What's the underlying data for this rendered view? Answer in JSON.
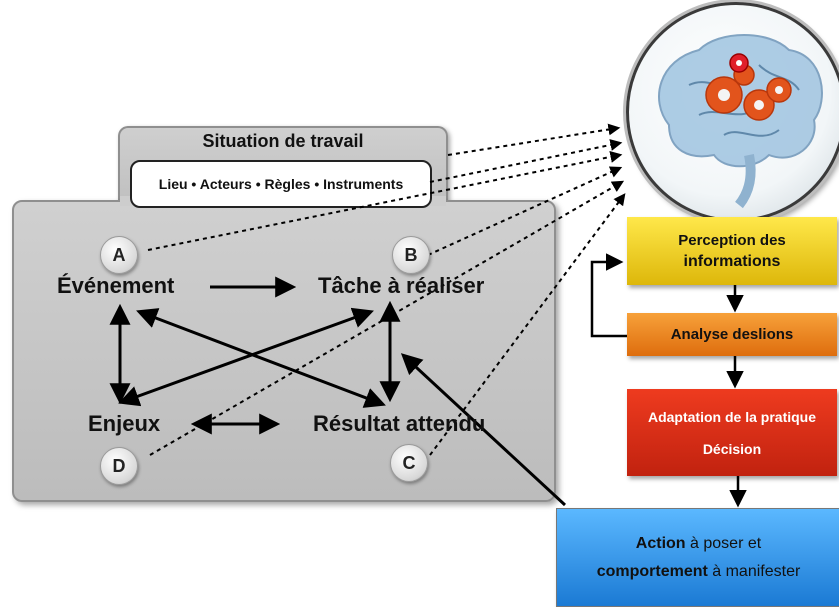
{
  "situation": {
    "title": "Situation de travail",
    "elements": "Lieu • Acteurs • Règles • Instruments"
  },
  "nodes": {
    "a": {
      "letter": "A",
      "label": "Événement"
    },
    "b": {
      "letter": "B",
      "label": "Tâche à réaliser"
    },
    "c": {
      "letter": "C",
      "label": "Résultat attendu"
    },
    "d": {
      "letter": "D",
      "label": "Enjeux"
    }
  },
  "process": {
    "perception": {
      "text": "Perception des",
      "bold": "informations"
    },
    "analyse": {
      "text": "Analyse des ",
      "bold": "lions"
    },
    "adaptation": {
      "text": "Adaptation de la ",
      "bold": "pratique",
      "decision": "Décision"
    },
    "action": {
      "bold1": "Action",
      "text1": " à poser et",
      "bold2": "comportement",
      "text2": " à manifester"
    }
  },
  "colors": {
    "yellow": "#f3d21f",
    "orange": "#ef8a22",
    "red": "#d92e17",
    "blue": "#3e9ceb",
    "panel_grey": "#c6c6c6"
  },
  "icons": {
    "brain": "brain-with-gears-icon"
  }
}
